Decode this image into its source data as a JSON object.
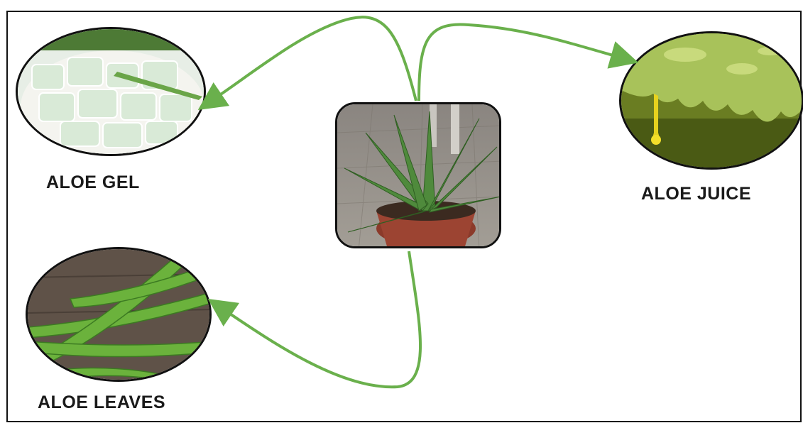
{
  "diagram": {
    "center": {
      "name": "Aloe vera plant in pot"
    },
    "nodes": [
      {
        "id": "gel",
        "label": "ALOE GEL"
      },
      {
        "id": "juice",
        "label": "ALOE JUICE"
      },
      {
        "id": "leaves",
        "label": "ALOE LEAVES"
      }
    ],
    "colors": {
      "arrow": "#6ab04c",
      "border": "#111111"
    }
  }
}
